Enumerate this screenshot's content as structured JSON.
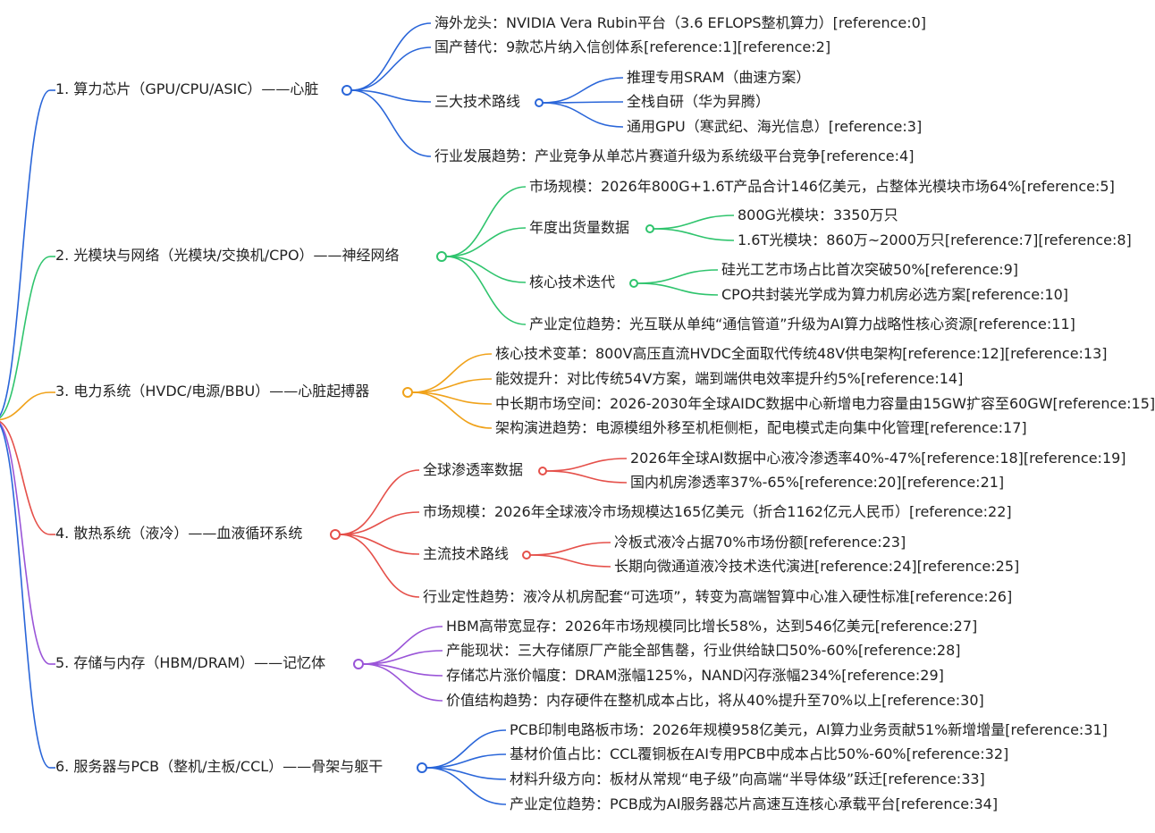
{
  "colors": {
    "c1": "#2a66d9",
    "c2": "#2fc46d",
    "c3": "#f0a21a",
    "c4": "#e5504a",
    "c5": "#9a55d8",
    "c6": "#2a66d9"
  },
  "branches": [
    {
      "label": "1. 算力芯片（GPU/CPU/ASIC）——心脏",
      "children": [
        {
          "label": "海外龙头：NVIDIA Vera Rubin平台（3.6 EFLOPS整机算力）[reference:0]"
        },
        {
          "label": "国产替代：9款芯片纳入信创体系[reference:1][reference:2]"
        },
        {
          "label": "三大技术路线",
          "children": [
            {
              "label": "推理专用SRAM（曲速方案）"
            },
            {
              "label": "全栈自研（华为昇腾）"
            },
            {
              "label": "通用GPU（寒武纪、海光信息）[reference:3]"
            }
          ]
        },
        {
          "label": "行业发展趋势：产业竞争从单芯片赛道升级为系统级平台竞争[reference:4]"
        }
      ]
    },
    {
      "label": "2. 光模块与网络（光模块/交换机/CPO）——神经网络",
      "children": [
        {
          "label": "市场规模：2026年800G+1.6T产品合计146亿美元，占整体光模块市场64%[reference:5]"
        },
        {
          "label": "年度出货量数据",
          "children": [
            {
              "label": "800G光模块：3350万只"
            },
            {
              "label": "1.6T光模块：860万~2000万只[reference:7][reference:8]"
            }
          ]
        },
        {
          "label": "核心技术迭代",
          "children": [
            {
              "label": "硅光工艺市场占比首次突破50%[reference:9]"
            },
            {
              "label": "CPO共封装光学成为算力机房必选方案[reference:10]"
            }
          ]
        },
        {
          "label": "产业定位趋势：光互联从单纯“通信管道”升级为AI算力战略性核心资源[reference:11]"
        }
      ]
    },
    {
      "label": "3. 电力系统（HVDC/电源/BBU）——心脏起搏器",
      "children": [
        {
          "label": "核心技术变革：800V高压直流HVDC全面取代传统48V供电架构[reference:12][reference:13]"
        },
        {
          "label": "能效提升：对比传统54V方案，端到端供电效率提升约5%[reference:14]"
        },
        {
          "label": "中长期市场空间：2026-2030年全球AIDC数据中心新增电力容量由15GW扩容至60GW[reference:15]"
        },
        {
          "label": "架构演进趋势：电源模组外移至机柜侧柜，配电模式走向集中化管理[reference:17]"
        }
      ]
    },
    {
      "label": "4. 散热系统（液冷）——血液循环系统",
      "children": [
        {
          "label": "全球渗透率数据",
          "children": [
            {
              "label": "2026年全球AI数据中心液冷渗透率40%-47%[reference:18][reference:19]"
            },
            {
              "label": "国内机房渗透率37%-65%[reference:20][reference:21]"
            }
          ]
        },
        {
          "label": "市场规模：2026年全球液冷市场规模达165亿美元（折合1162亿元人民币）[reference:22]"
        },
        {
          "label": "主流技术路线",
          "children": [
            {
              "label": "冷板式液冷占据70%市场份额[reference:23]"
            },
            {
              "label": "长期向微通道液冷技术迭代演进[reference:24][reference:25]"
            }
          ]
        },
        {
          "label": "行业定性趋势：液冷从机房配套“可选项”，转变为高端智算中心准入硬性标准[reference:26]"
        }
      ]
    },
    {
      "label": "5. 存储与内存（HBM/DRAM）——记忆体",
      "children": [
        {
          "label": "HBM高带宽显存：2026年市场规模同比增长58%，达到546亿美元[reference:27]"
        },
        {
          "label": "产能现状：三大存储原厂产能全部售罄，行业供给缺口50%-60%[reference:28]"
        },
        {
          "label": "存储芯片涨价幅度：DRAM涨幅125%，NAND闪存涨幅234%[reference:29]"
        },
        {
          "label": "价值结构趋势：内存硬件在整机成本占比，将从40%提升至70%以上[reference:30]"
        }
      ]
    },
    {
      "label": "6. 服务器与PCB（整机/主板/CCL）——骨架与躯干",
      "children": [
        {
          "label": "PCB印制电路板市场：2026年规模958亿美元，AI算力业务贡献51%新增增量[reference:31]"
        },
        {
          "label": "基材价值占比：CCL覆铜板在AI专用PCB中成本占比50%-60%[reference:32]"
        },
        {
          "label": "材料升级方向：板材从常规“电子级”向高端“半导体级”跃迁[reference:33]"
        },
        {
          "label": "产业定位趋势：PCB成为AI服务器芯片高速互连核心承载平台[reference:34]"
        }
      ]
    }
  ]
}
